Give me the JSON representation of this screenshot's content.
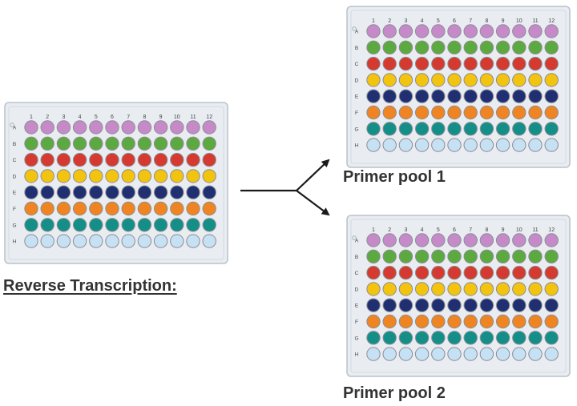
{
  "plate_columns": [
    "1",
    "2",
    "3",
    "4",
    "5",
    "6",
    "7",
    "8",
    "9",
    "10",
    "11",
    "12"
  ],
  "plate_rows": [
    {
      "label": "A",
      "color": "#c68ac9"
    },
    {
      "label": "B",
      "color": "#5caa3f"
    },
    {
      "label": "C",
      "color": "#d43a2f"
    },
    {
      "label": "D",
      "color": "#f2c30f"
    },
    {
      "label": "E",
      "color": "#1f2f72"
    },
    {
      "label": "F",
      "color": "#ee8522"
    },
    {
      "label": "G",
      "color": "#138f88"
    },
    {
      "label": "H",
      "color": "#c6e0f4"
    }
  ],
  "plates": [
    {
      "id": "reverse-transcription"
    },
    {
      "id": "primer-pool-1"
    },
    {
      "id": "primer-pool-2"
    }
  ],
  "captions": {
    "reverse_transcription": "Reverse Transcription:",
    "primer_pool_1": "Primer pool 1",
    "primer_pool_2": "Primer pool 2"
  },
  "colors": {
    "plate_fill": "#e9edf2",
    "plate_border": "#b9c2cc",
    "well_outline": "#8e8e96",
    "arrow": "#1a1a1a",
    "label_text": "#333333"
  }
}
